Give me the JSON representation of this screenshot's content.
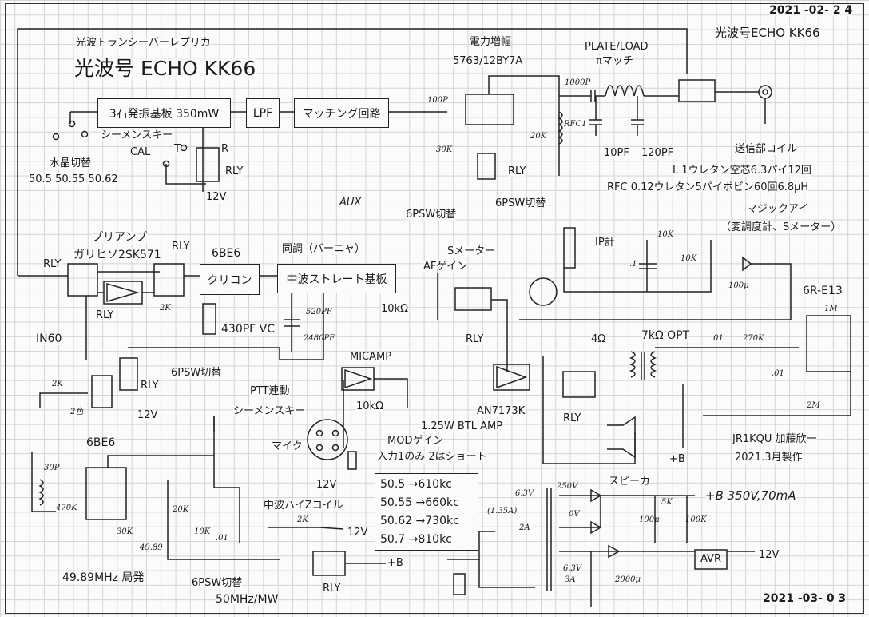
{
  "header": {
    "date_top": "2021 -02- 2 4",
    "subtitle": "光波トランシーバーレプリカ",
    "title": "光波号 ECHO KK66",
    "title_right": "光波号ECHO KK66"
  },
  "tx": {
    "osc_board": "3石発振基板 350mW",
    "lpf": "LPF",
    "matching": "マッチング回路",
    "siemens_key": "シーメンスキー",
    "cal": "CAL",
    "crystal_switch": "水晶切替",
    "crystals": "50.5   50.55  50.62",
    "rly": "RLY",
    "v12": "12V",
    "c100p": "100P",
    "pa_title": "電力増幅",
    "pa_tube": "5763/12BY7A",
    "plate_load": "PLATE/LOAD",
    "pi_match": "πマッチ",
    "c1000p": "1000P",
    "c10pf": "10PF",
    "c120pf": "120PF",
    "r30k": "30K",
    "r20k": "20K",
    "rfc1": "RFC1",
    "tx_coil": "送信部コイル",
    "coil_l1": "L 1ウレタン空芯6.3パイ12回",
    "coil_rfc": "RFC 0.12ウレタン5パイボビン60回6.8μH",
    "pa_rly": "RLY",
    "psw1": "6PSW切替",
    "r_label": "R",
    "t_label": "T"
  },
  "rx": {
    "aux": "AUX",
    "psw2": "6PSW切替",
    "preamp": "プリアンプ",
    "preamp_fet": "ガリヒソ2SK571",
    "rly1": "RLY",
    "rly2": "RLY",
    "tube": "6BE6",
    "converter": "クリコン",
    "tuning": "同調（バーニャ）",
    "mw_board": "中波ストレート基板",
    "smeter": "Sメーター",
    "af_gain": "AFゲイン",
    "ip_meter": "IP計",
    "r10k_af": "10kΩ",
    "in60": "IN60",
    "vc": "430PF VC",
    "vc1": "520PF",
    "vc2": "2480PF",
    "r2k": "2K",
    "rly3": "RLY",
    "psw3": "6PSW切替",
    "rly4": "RLY",
    "v12b": "12V",
    "r2k2": "2K",
    "led": "2色"
  },
  "magic_eye": {
    "title": "マジックアイ",
    "desc": "（変調度計、Sメーター）",
    "r10k": "10K",
    "pot10k": "10K",
    "c01": ".1",
    "c100u": "100μ",
    "tube": "6R-E13",
    "r1m": "1M",
    "r2m": "2M",
    "c001a": ".01",
    "r270k": "270K",
    "c001b": ".01"
  },
  "audio": {
    "micamp": "MICAMP",
    "rly": "RLY",
    "ohm4": "4Ω",
    "opt": "7kΩ OPT",
    "ptt": "PTT連動",
    "siemens": "シーメンスキー",
    "r10k": "10kΩ",
    "amp_ic": "AN7173K",
    "amp_desc": "1.25W  BTL AMP",
    "rly2": "RLY",
    "mic": "マイク",
    "mod_gain": "MODゲイン",
    "input_note": "入力1のみ  2はショート",
    "plus_b": "+B",
    "v12": "12V"
  },
  "author": {
    "name": "JR1KQU 加藤欣一",
    "made": "2021.3月製作"
  },
  "lo": {
    "tube": "6BE6",
    "c30p": "30P",
    "r470k": "470K",
    "r30k": "30K",
    "r20k": "20K",
    "xtal": "49.89",
    "r10k": "10K",
    "c01": ".01",
    "label": "49.89MHz 局発",
    "psw": "6PSW切替",
    "band": "50MHz/MW",
    "mw_coil": "中波ハイZコイル",
    "r2k": "2K",
    "v12": "12V",
    "rly": "RLY",
    "plus_b": "+B"
  },
  "freq_table": [
    "50.5 →610kc",
    "50.55 →660kc",
    "50.62 →730kc",
    "50.7 →810kc"
  ],
  "psu": {
    "speaker": "スピーカ",
    "v250": "250V",
    "v63": "6.3V",
    "a135": "(1.35A)",
    "a2": "2A",
    "v0": "0V",
    "v63b": "6.3V",
    "a3": "3A",
    "r5k": "5K",
    "c100u": "100μ",
    "r100k": "100K",
    "c2000u": "2000μ",
    "b_out": "+B 350V,70mA",
    "avr": "AVR",
    "v12": "12V"
  },
  "footer": {
    "date_bottom": "2021 -03- 0 3"
  }
}
